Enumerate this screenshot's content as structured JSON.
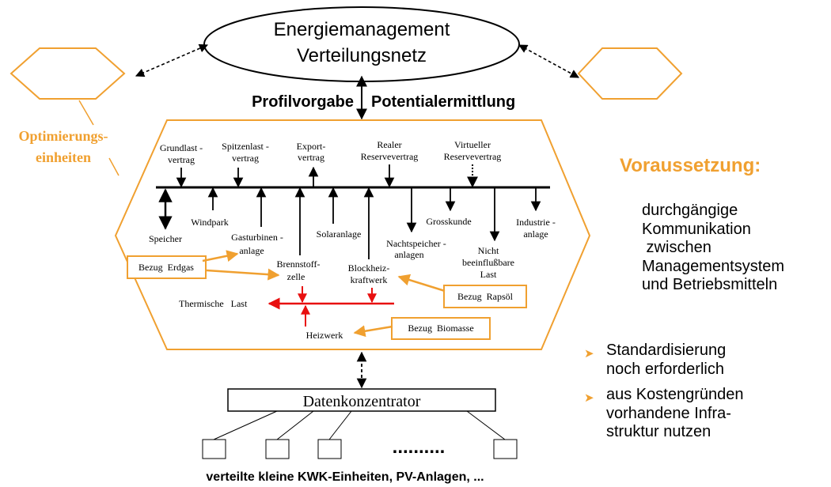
{
  "header": {
    "title_line1": "Energiemanagement",
    "title_line2": "Verteilungsnetz",
    "profilvorgabe": "Profilvorgabe",
    "potentialermittlung": "Potentialermittlung"
  },
  "optimization": {
    "label_line1": "Optimierungs-",
    "label_line2": "einheiten"
  },
  "contracts": {
    "grundlast_1": "Grundlast -",
    "grundlast_2": "vertrag",
    "spitzenlast_1": "Spitzenlast -",
    "spitzenlast_2": "vertrag",
    "export_1": "Export-",
    "export_2": "vertrag",
    "realer_1": "Realer",
    "realer_2": "Reservevertrag",
    "virtueller_1": "Virtueller",
    "virtueller_2": "Reservevertrag"
  },
  "units": {
    "speicher": "Speicher",
    "windpark": "Windpark",
    "gasturbinen_1": "Gasturbinen -",
    "gasturbinen_2": "anlage",
    "solaranlage": "Solaranlage",
    "nachtspeicher_1": "Nachtspeicher -",
    "nachtspeicher_2": "anlagen",
    "grosskunde": "Grosskunde",
    "nicht_1": "Nicht",
    "nicht_2": "beeinflußbare",
    "nicht_3": "Last",
    "industrie_1": "Industrie -",
    "industrie_2": "anlage",
    "brennstoff_1": "Brennstoff-",
    "brennstoff_2": "zelle",
    "blockheiz_1": "Blockheiz-",
    "blockheiz_2": "kraftwerk",
    "thermische_last": "Thermische   Last",
    "heizwerk": "Heizwerk"
  },
  "supply": {
    "erdgas": "Bezug  Erdgas",
    "rapsoel": "Bezug  Rapsöl",
    "biomasse": "Bezug  Biomasse"
  },
  "bottom": {
    "datenkonzentrator": "Datenkonzentrator",
    "dots": "..........",
    "caption": "verteilte kleine KWK-Einheiten, PV-Anlagen, ..."
  },
  "side": {
    "heading": "Voraussetzung:",
    "line1": "durchgängige",
    "line2": "Kommunikation",
    "line3": " zwischen",
    "line4": "Managementsystem",
    "line5": "und Betriebsmitteln",
    "b1_line1": "Standardisierung",
    "b1_line2": "noch erforderlich",
    "b2_line1": "aus Kostengründen",
    "b2_line2": "vorhandene Infra-",
    "b2_line3": "struktur nutzen"
  },
  "colors": {
    "orange": "#f0a030",
    "red": "#e81010",
    "black": "#000000"
  }
}
